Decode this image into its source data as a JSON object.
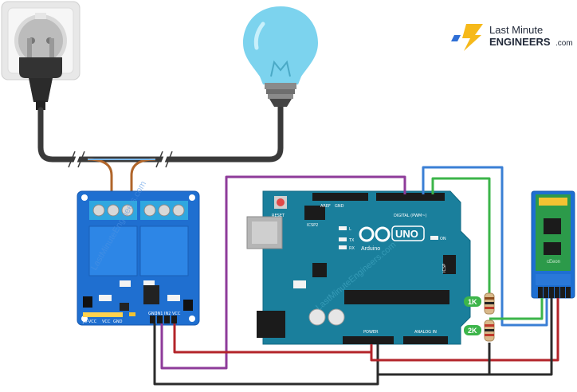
{
  "brand": {
    "line1": "Last Minute",
    "line2": "ENGINEERS",
    "line3": ".com",
    "colors": {
      "yellow": "#f6b91a",
      "blue": "#2f6fd6",
      "text": "#222a3a"
    }
  },
  "arduino": {
    "brand_label": "Arduino",
    "model_label": "UNO",
    "reset_label": "RESET",
    "icsp2_label": "ICSP2",
    "icsp_label": "ICSP",
    "l_label": "L",
    "tx_label": "TX",
    "rx_label": "RX",
    "on_label": "ON",
    "digital_label": "DIGITAL (PWM~)",
    "power_label": "POWER",
    "analog_label": "ANALOG IN",
    "aref_label": "AREF",
    "gnd_label": "GND"
  },
  "relay": {
    "pin_labels": [
      "JD-VCC",
      "VCC",
      "GND"
    ],
    "in_labels": [
      "GND",
      "IN1",
      "IN2",
      "VCC"
    ]
  },
  "bluetooth": {
    "module_label": "cEeon"
  },
  "resistors": {
    "r1": "1K",
    "r2": "2K"
  },
  "wire_colors": {
    "purple": "#8e3b9a",
    "red": "#b3242a",
    "black": "#2b2b2b",
    "blue": "#3a7fd5",
    "green": "#3cb54a",
    "copper": "#b0652a",
    "mains": "#3a3a3a"
  },
  "watermark": "LastMinuteEngineers.com"
}
